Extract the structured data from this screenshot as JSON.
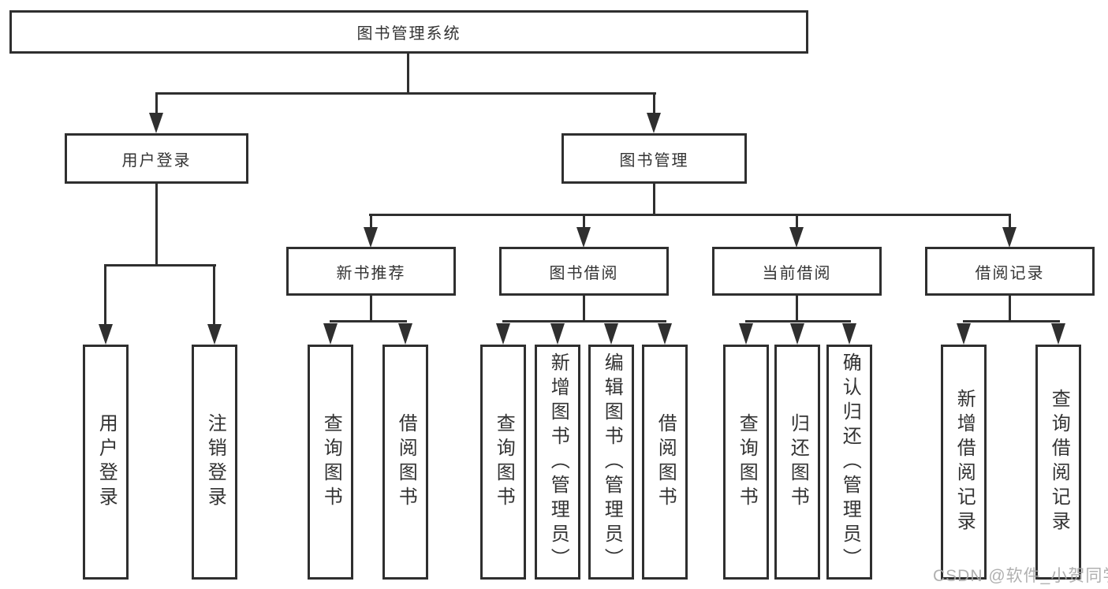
{
  "tree": {
    "root": "图书管理系统",
    "branches": [
      {
        "label": "用户登录",
        "children": [
          "用户登录",
          "注销登录"
        ]
      },
      {
        "label": "图书管理",
        "groups": [
          {
            "label": "新书推荐",
            "children": [
              "查询图书",
              "借阅图书"
            ]
          },
          {
            "label": "图书借阅",
            "children": [
              "查询图书",
              "新增图书（管理员）",
              "编辑图书（管理员）",
              "借阅图书"
            ]
          },
          {
            "label": "当前借阅",
            "children": [
              "查询图书",
              "归还图书",
              "确认归还（管理员）"
            ]
          },
          {
            "label": "借阅记录",
            "children": [
              "新增借阅记录",
              "查询借阅记录"
            ]
          }
        ]
      }
    ]
  },
  "watermark": "CSDN @软件_小贺同学",
  "colors": {
    "line": "#2f2f2f",
    "text": "#333333",
    "watermark": "#a8a8a8",
    "background": "#ffffff"
  }
}
